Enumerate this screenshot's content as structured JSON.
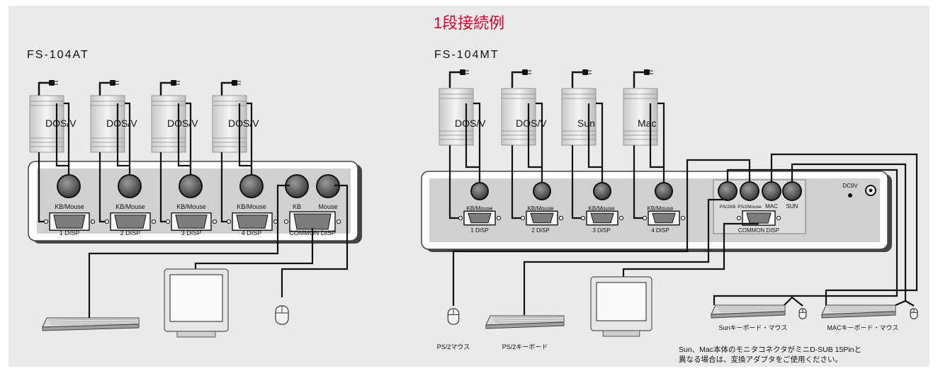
{
  "title": "1段接続例",
  "left": {
    "model": "FS-104AT",
    "computers": [
      "DOS/V",
      "DOS/V",
      "DOS/V",
      "DOS/V"
    ],
    "port_labels": [
      "KB/Mouse",
      "KB/Mouse",
      "KB/Mouse",
      "KB/Mouse"
    ],
    "disp_labels": [
      "1 DISP",
      "2 DISP",
      "3 DISP",
      "4 DISP"
    ],
    "common_ports": [
      "KB",
      "Mouse"
    ],
    "common_disp": "COMMON DISP"
  },
  "right": {
    "model": "FS-104MT",
    "computers": [
      "DOS/V",
      "DOS/V",
      "Sun",
      "Mac"
    ],
    "port_labels": [
      "KB/Mouse",
      "KB/Mouse",
      "KB/Mouse",
      "KB/Mouse"
    ],
    "disp_labels": [
      "1 DISP",
      "2 DISP",
      "3 DISP",
      "4 DISP"
    ],
    "common_ports": [
      "PS/2KB",
      "PS/2Mouse",
      "MAC",
      "SUN"
    ],
    "common_disp": "COMMON DISP",
    "power_label": "DC9V",
    "peripherals": [
      "PS/2マウス",
      "PS/2キーボード",
      "Sunキーボード・マウス",
      "MACキーボード・マウス"
    ]
  },
  "note": [
    "Sun、Mac本体のモニタコネクタがミニD-SUB 15Pinと",
    "異なる場合は、変換アダプタをご使用ください。"
  ],
  "colors": {
    "background": "#eaeaea",
    "title": "#d2002a",
    "panel": "#cfcfcf",
    "line": "#111111"
  }
}
